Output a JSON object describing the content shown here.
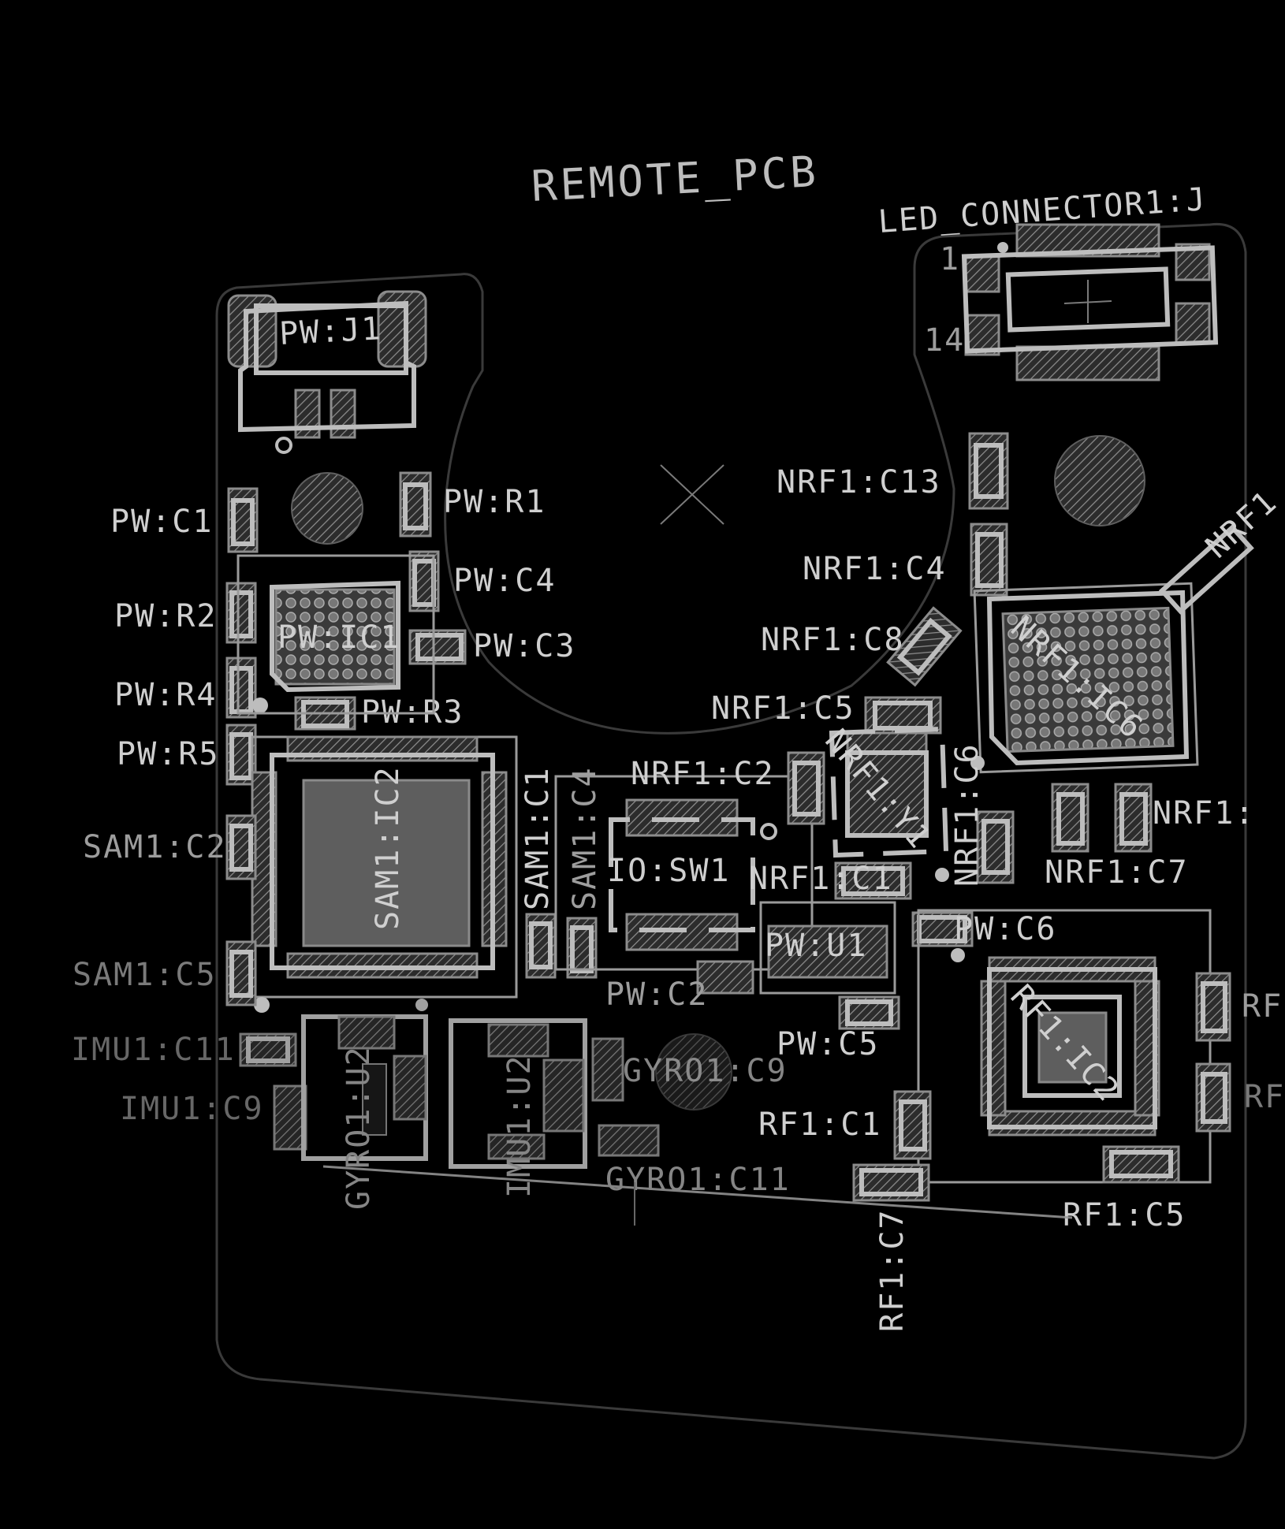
{
  "board": {
    "title": "REMOTE_PCB"
  },
  "labels": {
    "led_connector": "LED_CONNECTOR1:J",
    "pin_1": "1",
    "pin_14": "14",
    "pw_j1": "PW:J1",
    "pw_c1": "PW:C1",
    "pw_r1": "PW:R1",
    "pw_c4": "PW:C4",
    "pw_r2": "PW:R2",
    "pw_ic1": "PW:IC1",
    "pw_c3": "PW:C3",
    "pw_r4": "PW:R4",
    "pw_r3": "PW:R3",
    "pw_r5": "PW:R5",
    "sam1_c2": "SAM1:C2",
    "sam1_ic2": "SAM1:IC2",
    "sam1_c1": "SAM1:C1",
    "sam1_c4": "SAM1:C4",
    "sam1_c5": "SAM1:C5",
    "io_sw1": "IO:SW1",
    "nrf1_c13": "NRF1:C13",
    "nrf1_c4": "NRF1:C4",
    "nrf1_c8": "NRF1:C8",
    "nrf1_c5": "NRF1:C5",
    "nrf1_c2": "NRF1:C2",
    "nrf1_ic6": "NRF1:IC6",
    "nrf1_y1": "NRF1:Y1",
    "nrf1_c6": "NRF1:C6",
    "nrf1_c1": "NRF1:C1",
    "nrf1_c7": "NRF1:C7",
    "nrf1_right": "NRF1:",
    "nrf1_diag": "NRF1",
    "pw_u1": "PW:U1",
    "pw_c6": "PW:C6",
    "pw_c2": "PW:C2",
    "pw_c5": "PW:C5",
    "imu1_c11": "IMU1:C11",
    "imu1_c9": "IMU1:C9",
    "imu1_u2": "IMU1:U2",
    "gyro1_u2": "GYRO1:U2",
    "gyro1_c9": "GYRO1:C9",
    "gyro1_c11": "GYRO1:C11",
    "rf1_c1": "RF1:C1",
    "rf1_ic2": "RF1:IC2",
    "rf1_c5": "RF1:C5",
    "rf1_c7": "RF1:C7",
    "rf_right_1": "RF",
    "rf_right_2": "RF"
  },
  "colors": {
    "background": "#000000",
    "silkscreen": "#bdbdbd",
    "outline": "#3a3a3a",
    "ic_body": "#5e5e5e"
  }
}
